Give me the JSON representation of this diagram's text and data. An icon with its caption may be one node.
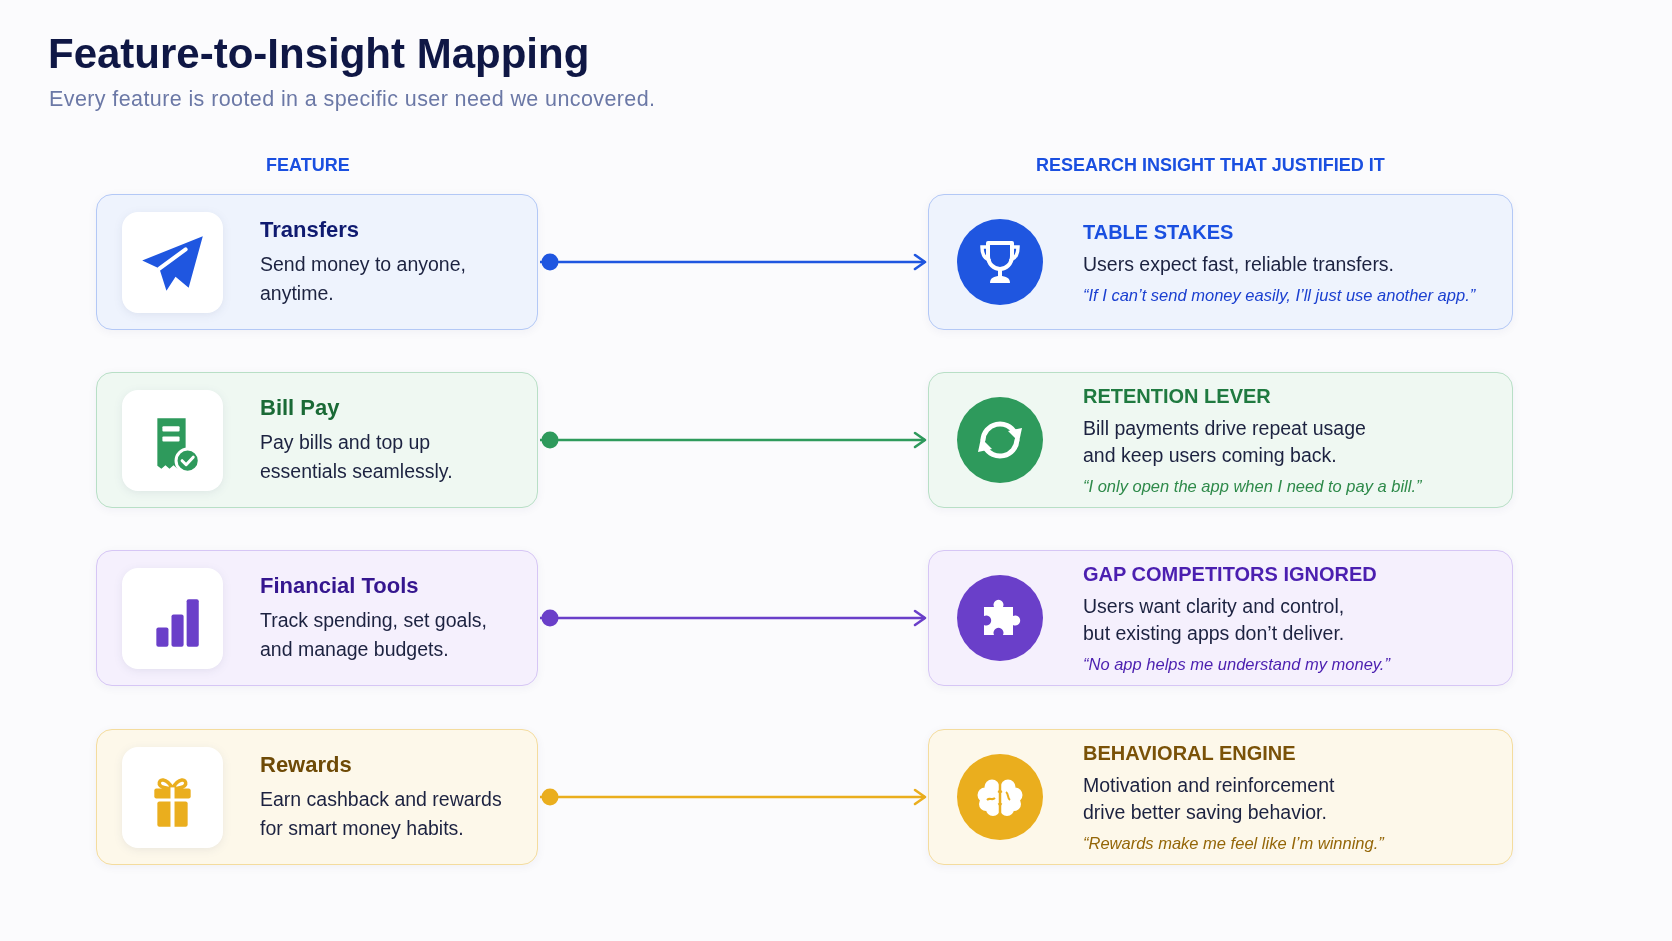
{
  "diagram": {
    "title": "Feature-to-Insight Mapping",
    "nodes": [
      {
        "text": [
          "Transfers",
          "Send money to anyone, anytime."
        ]
      },
      {
        "text": [
          "Bill Pay",
          "Pay bills and top up essentials seamlessly."
        ]
      },
      {
        "text": [
          "Financial Tools",
          "Track spending, set goals, and manage budgets."
        ]
      },
      {
        "text": [
          "Rewards",
          "Earn cashback and rewards for smart money habits."
        ]
      },
      {
        "text": [
          "TABLE STAKES",
          "Users expect fast, reliable transfers.",
          "“If I can’t send money easily, I’ll just use another app.”"
        ]
      },
      {
        "text": [
          "RETENTION LEVER",
          "Bill payments drive repeat usage and keep users coming back.",
          "“I only open the app when I need to pay a bill.”"
        ]
      },
      {
        "text": [
          "GAP COMPETITORS IGNORED",
          "Users want clarity and control, but existing apps don’t deliver.",
          "“No app helps me understand my money.”"
        ]
      },
      {
        "text": [
          "BEHAVIORAL ENGINE",
          "Motivation and reinforcement drive better saving behavior.",
          "“Rewards make me feel like I’m winning.”"
        ]
      }
    ],
    "edges": [
      {
        "from": 0,
        "to": 4,
        "arrow": "to",
        "color": "#1f56e0"
      },
      {
        "from": 1,
        "to": 5,
        "arrow": "to",
        "color": "#2e9a5c"
      },
      {
        "from": 2,
        "to": 6,
        "arrow": "to",
        "color": "#6a3fc9"
      },
      {
        "from": 3,
        "to": 7,
        "arrow": "to",
        "color": "#eaae1e"
      }
    ],
    "labels": [
      "Every feature is rooted in a specific user need we uncovered.",
      "FEATURE",
      "RESEARCH INSIGHT THAT JUSTIFIED IT"
    ]
  }
}
